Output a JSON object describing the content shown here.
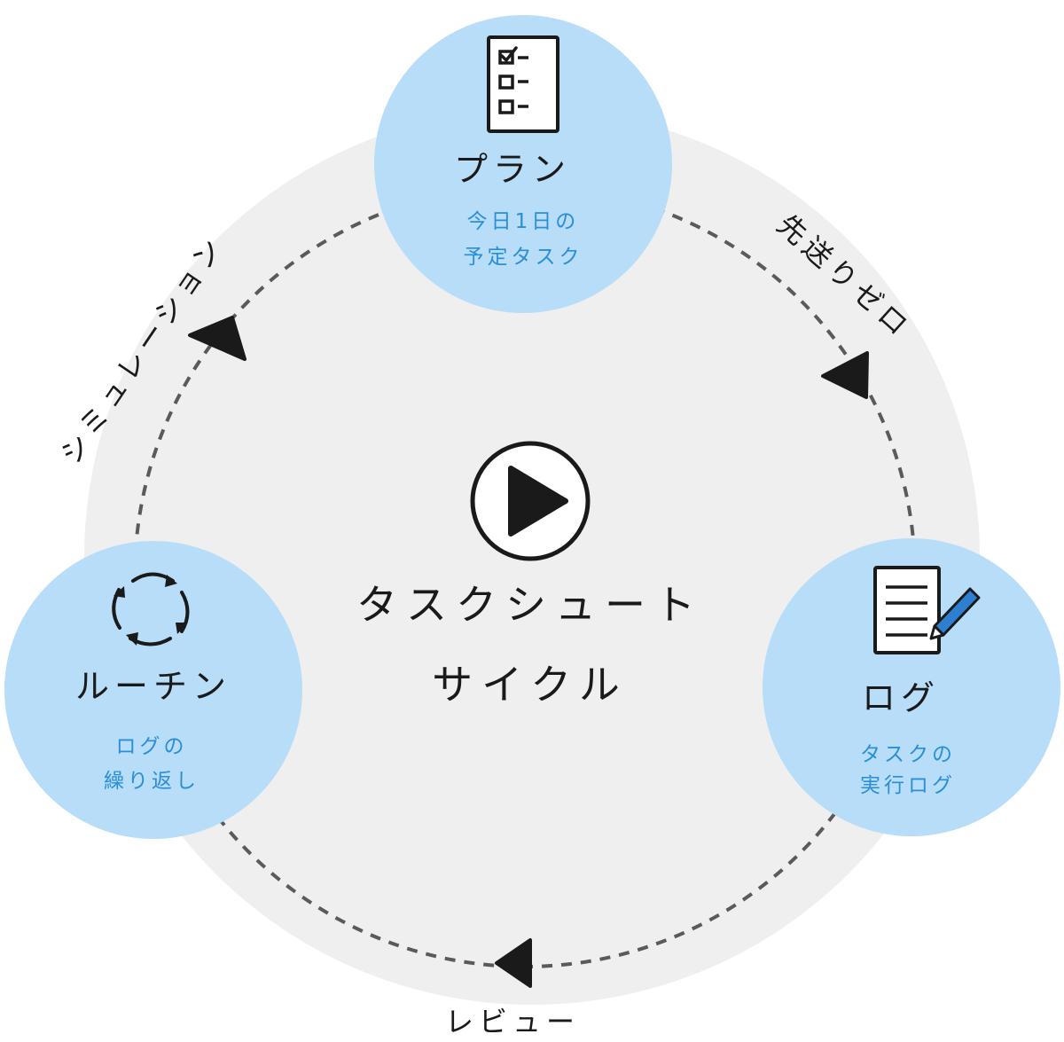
{
  "center": {
    "line1": "タスクシュート",
    "line2": "サイクル"
  },
  "nodes": {
    "plan": {
      "title": "プラン",
      "desc1": "今日1日の",
      "desc2": "予定タスク",
      "icon": "checklist-icon"
    },
    "log": {
      "title": "ログ",
      "desc1": "タスクの",
      "desc2": "実行ログ",
      "icon": "notepad-pen-icon"
    },
    "routine": {
      "title": "ルーチン",
      "desc1": "ログの",
      "desc2": "繰り返し",
      "icon": "cycle-arrows-icon"
    }
  },
  "edges": {
    "plan_to_log": "先送りゼロ",
    "log_to_routine": "レビュー",
    "routine_to_plan": "シミュレーション"
  },
  "colors": {
    "background_circle": "#efefef",
    "node_fill": "#b7ddf8",
    "accent_text": "#2a8fd6",
    "ink": "#1a1a1a"
  }
}
